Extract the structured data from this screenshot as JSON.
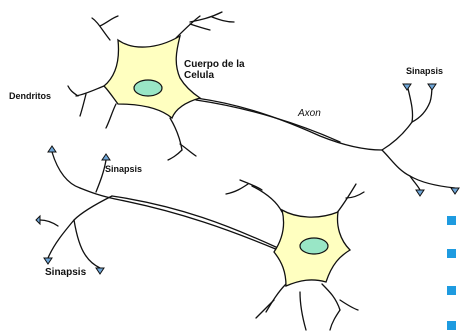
{
  "labels": {
    "cell_body": [
      "Cuerpo de la",
      "Celula"
    ],
    "dendrites": "Dendritos",
    "axon": "Axon",
    "synapse_top_right": "Sinapsis",
    "synapse_middle": "Sinapsis",
    "synapse_bottom_left": "Sinapsis"
  },
  "colors": {
    "soma_fill": "#ffffc0",
    "nucleus_fill": "#99e6c6",
    "line": "#111111",
    "synapse_fill": "#6fa6d8",
    "bullet": "#1e9be0"
  }
}
